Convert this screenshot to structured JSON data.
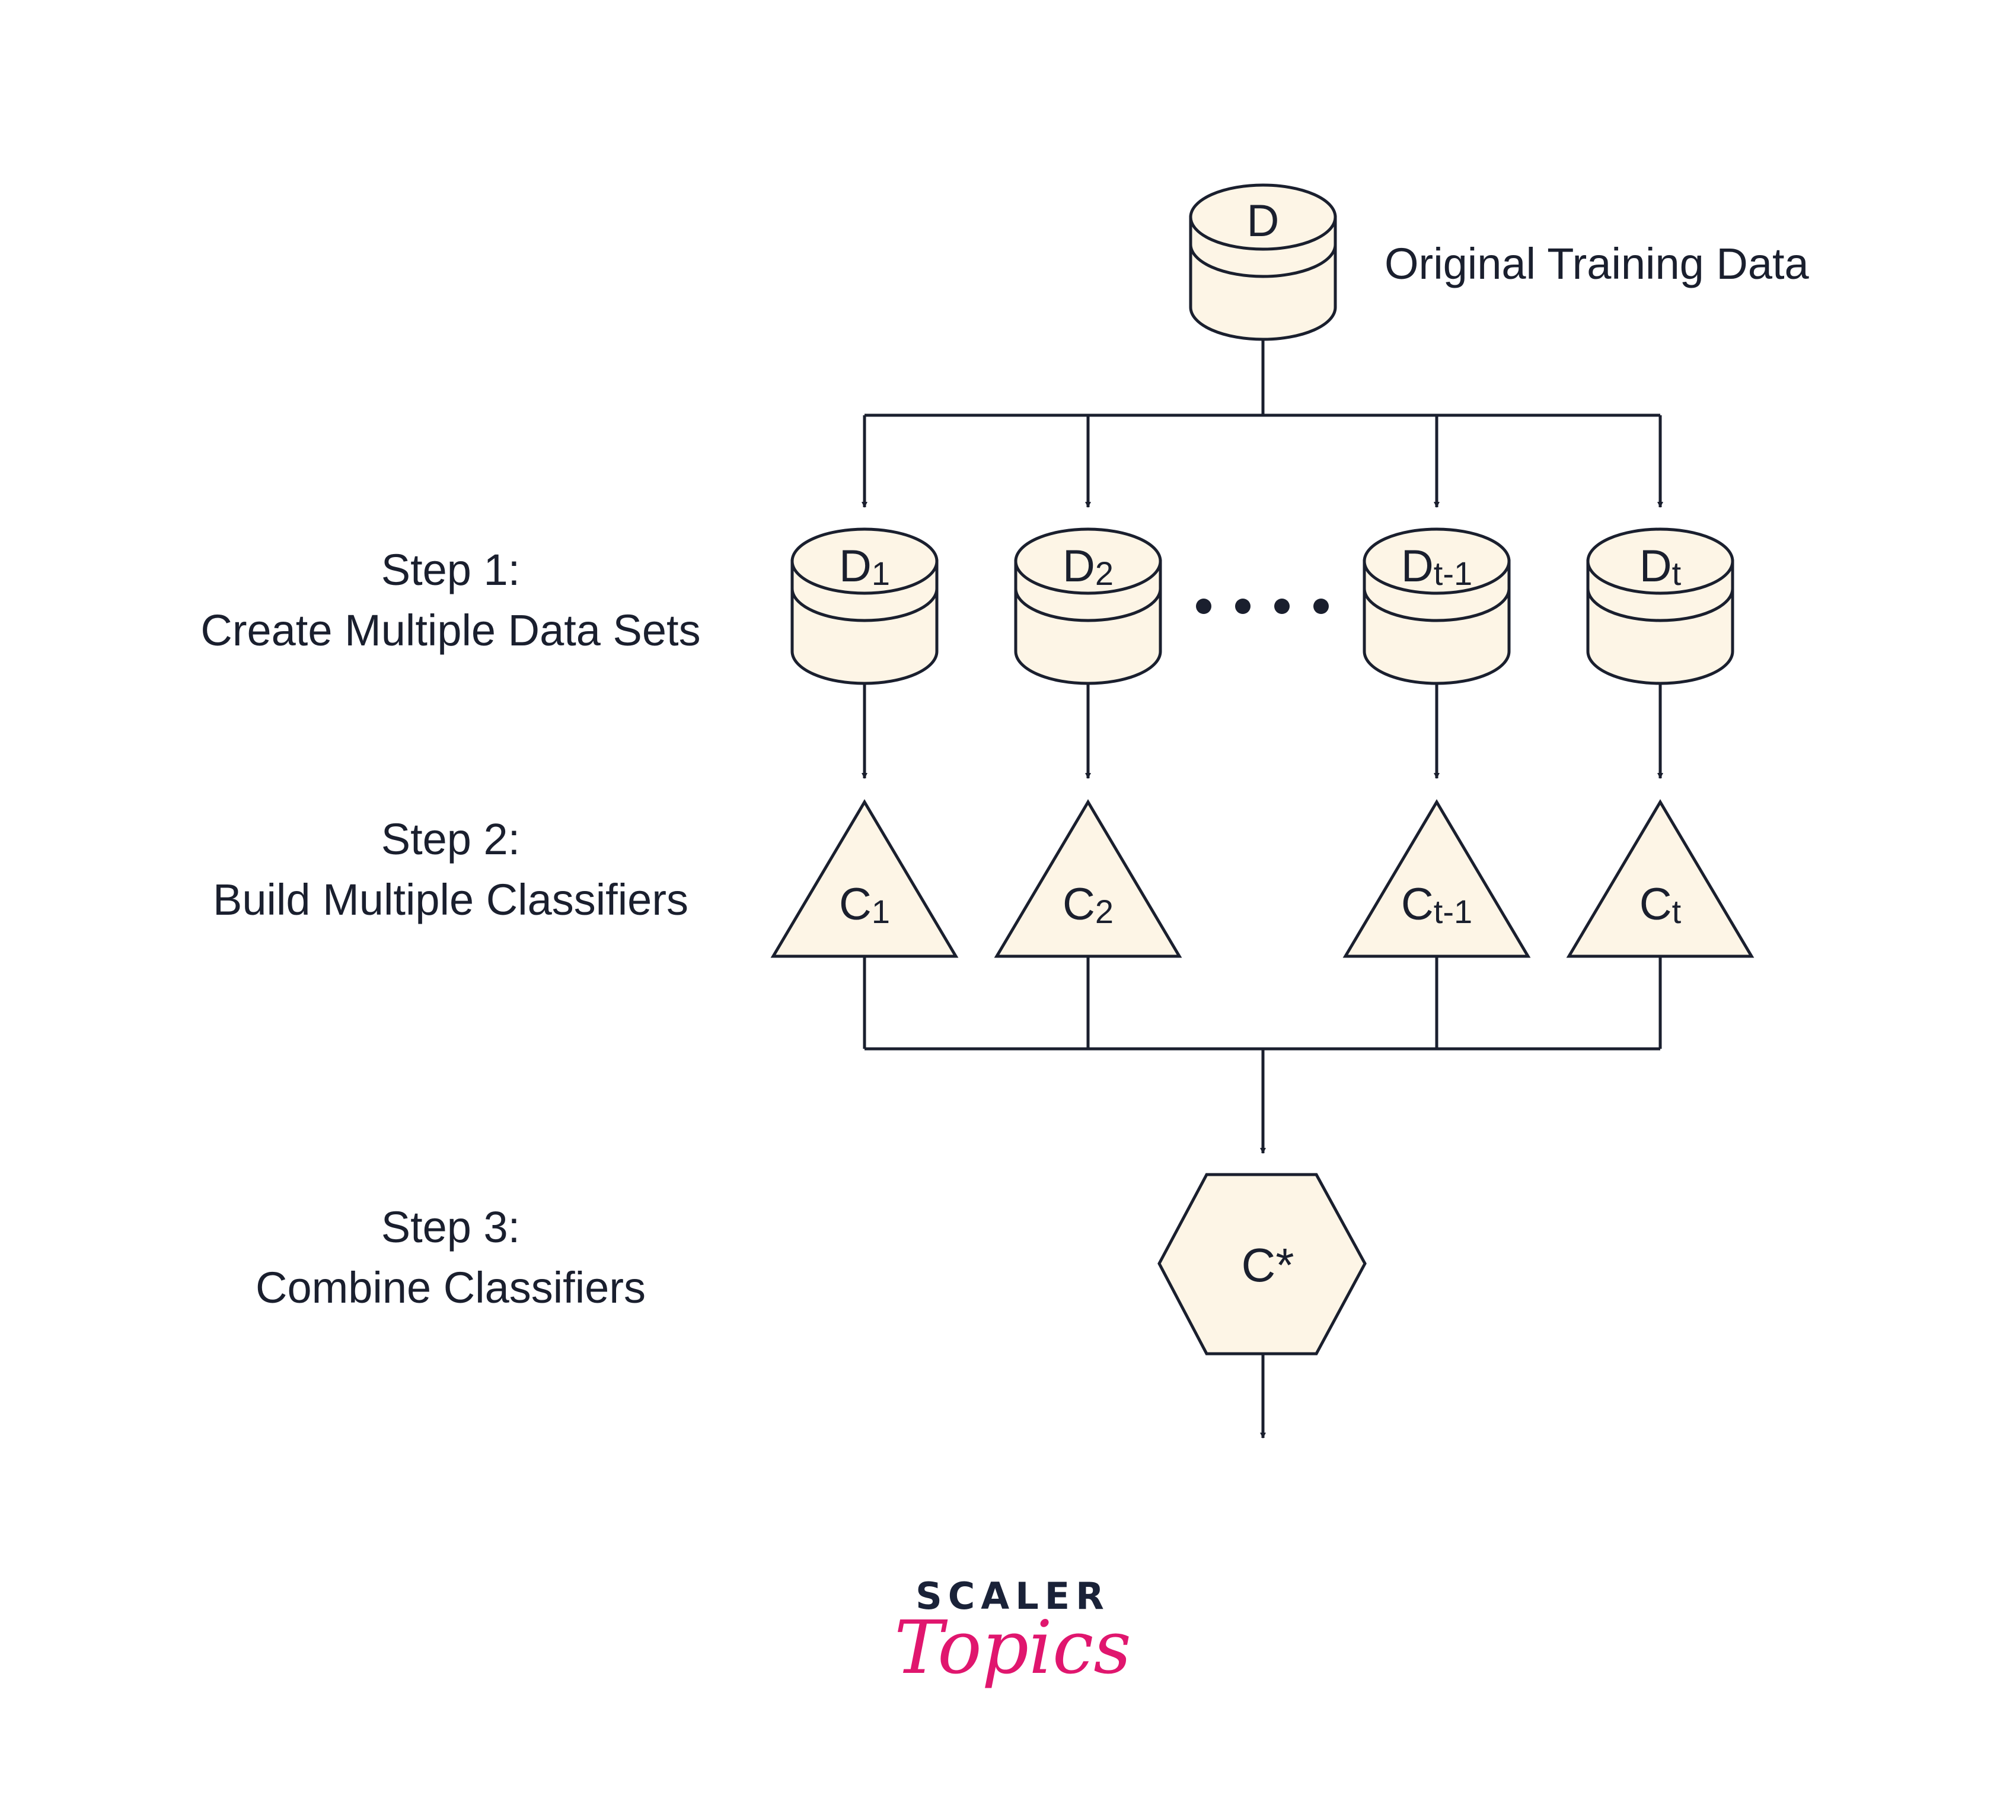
{
  "colors": {
    "shape_fill": "#fdf5e6",
    "stroke": "#1a1f2e",
    "brand_dark": "#1a2238",
    "brand_accent": "#e0166e"
  },
  "original": {
    "db_label": "D",
    "caption": "Original Training Data"
  },
  "steps": [
    {
      "title": "Step 1:",
      "desc": "Create Multiple Data Sets"
    },
    {
      "title": "Step 2:",
      "desc": "Build Multiple Classifiers"
    },
    {
      "title": "Step 3:",
      "desc": "Combine Classifiers"
    }
  ],
  "datasets": [
    {
      "base": "D",
      "sub": "1"
    },
    {
      "base": "D",
      "sub": "2"
    },
    {
      "base": "D",
      "sub": "t-1"
    },
    {
      "base": "D",
      "sub": "t"
    }
  ],
  "classifiers": [
    {
      "base": "C",
      "sub": "1"
    },
    {
      "base": "C",
      "sub": "2"
    },
    {
      "base": "C",
      "sub": "t-1"
    },
    {
      "base": "C",
      "sub": "t"
    }
  ],
  "combined": {
    "label": "C*"
  },
  "brand": {
    "line1": "SCALER",
    "line2": "Topics"
  },
  "icons": {
    "database": "database-cylinder-icon",
    "classifier": "triangle-classifier-icon",
    "combiner": "hexagon-combiner-icon",
    "ellipsis": "ellipsis-dots-icon"
  }
}
